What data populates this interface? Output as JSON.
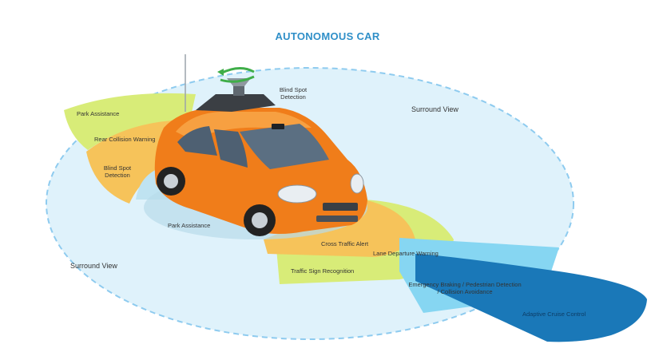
{
  "title": "AUTONOMOUS CAR",
  "colors": {
    "title": "#2f8fc8",
    "surround_fill": "#dff2fb",
    "surround_stroke": "#8ecbef",
    "lime_zone": "#d8ec78",
    "orange_zone": "#f6c35a",
    "light_blue_zone": "#86d6f2",
    "dark_blue_zone": "#1a78b8",
    "car_body": "#f07d1a"
  },
  "labels": {
    "park_assistance_rear": "Park Assistance",
    "rear_collision_warning": "Rear Collision Warning",
    "blind_spot_left_line1": "Blind Spot",
    "blind_spot_left_line2": "Detection",
    "blind_spot_top_line1": "Blind Spot",
    "blind_spot_top_line2": "Detection",
    "surround_view_top": "Surround View",
    "surround_view_left": "Surround View",
    "park_assistance_front": "Park Assistance",
    "cross_traffic_alert": "Cross Traffic Alert",
    "lane_departure_warning": "Lane Departure Warning",
    "traffic_sign_recognition": "Traffic Sign Recognition",
    "emergency_braking_line1": "Emergency Braking / Pedestrian Detection",
    "emergency_braking_line2": "/ Collision Avoidance",
    "adaptive_cruise_control": "Adaptive Cruise Control"
  },
  "icons": {
    "lidar": "rotating-lidar-icon",
    "camera": "windshield-camera-icon",
    "antenna": "antenna-icon"
  }
}
